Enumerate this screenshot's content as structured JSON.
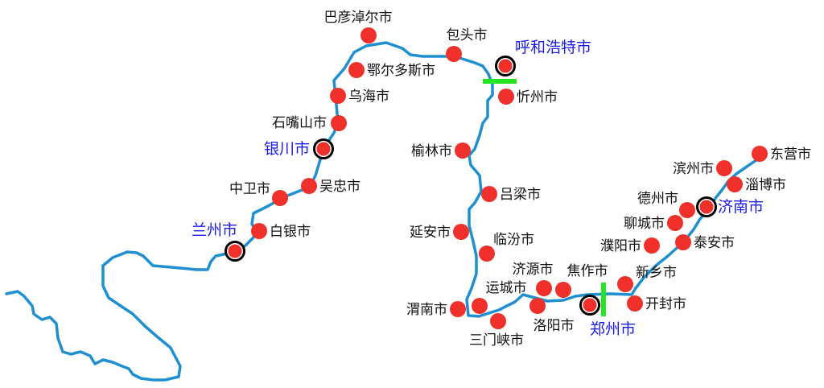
{
  "map": {
    "river_color": "#1e8fd0",
    "city_color": "#f0302a",
    "marker_color": "#22e622",
    "capital_label_color": "#1a1ae6"
  },
  "cities": [
    {
      "name": "巴彦淖尔市",
      "capital": false
    },
    {
      "name": "鄂尔多斯市",
      "capital": false
    },
    {
      "name": "乌海市",
      "capital": false
    },
    {
      "name": "石嘴山市",
      "capital": false
    },
    {
      "name": "银川市",
      "capital": true
    },
    {
      "name": "吴忠市",
      "capital": false
    },
    {
      "name": "中卫市",
      "capital": false
    },
    {
      "name": "白银市",
      "capital": false
    },
    {
      "name": "兰州市",
      "capital": true
    },
    {
      "name": "包头市",
      "capital": false
    },
    {
      "name": "呼和浩特市",
      "capital": true
    },
    {
      "name": "忻州市",
      "capital": false
    },
    {
      "name": "榆林市",
      "capital": false
    },
    {
      "name": "吕梁市",
      "capital": false
    },
    {
      "name": "延安市",
      "capital": false
    },
    {
      "name": "临汾市",
      "capital": false
    },
    {
      "name": "渭南市",
      "capital": false
    },
    {
      "name": "运城市",
      "capital": false
    },
    {
      "name": "三门峡市",
      "capital": false
    },
    {
      "name": "济源市",
      "capital": false
    },
    {
      "name": "焦作市",
      "capital": false
    },
    {
      "name": "洛阳市",
      "capital": false
    },
    {
      "name": "郑州市",
      "capital": true
    },
    {
      "name": "新乡市",
      "capital": false
    },
    {
      "name": "开封市",
      "capital": false
    },
    {
      "name": "濮阳市",
      "capital": false
    },
    {
      "name": "聊城市",
      "capital": false
    },
    {
      "name": "泰安市",
      "capital": false
    },
    {
      "name": "德州市",
      "capital": false
    },
    {
      "name": "济南市",
      "capital": true
    },
    {
      "name": "滨州市",
      "capital": false
    },
    {
      "name": "淄博市",
      "capital": false
    },
    {
      "name": "东营市",
      "capital": false
    }
  ]
}
